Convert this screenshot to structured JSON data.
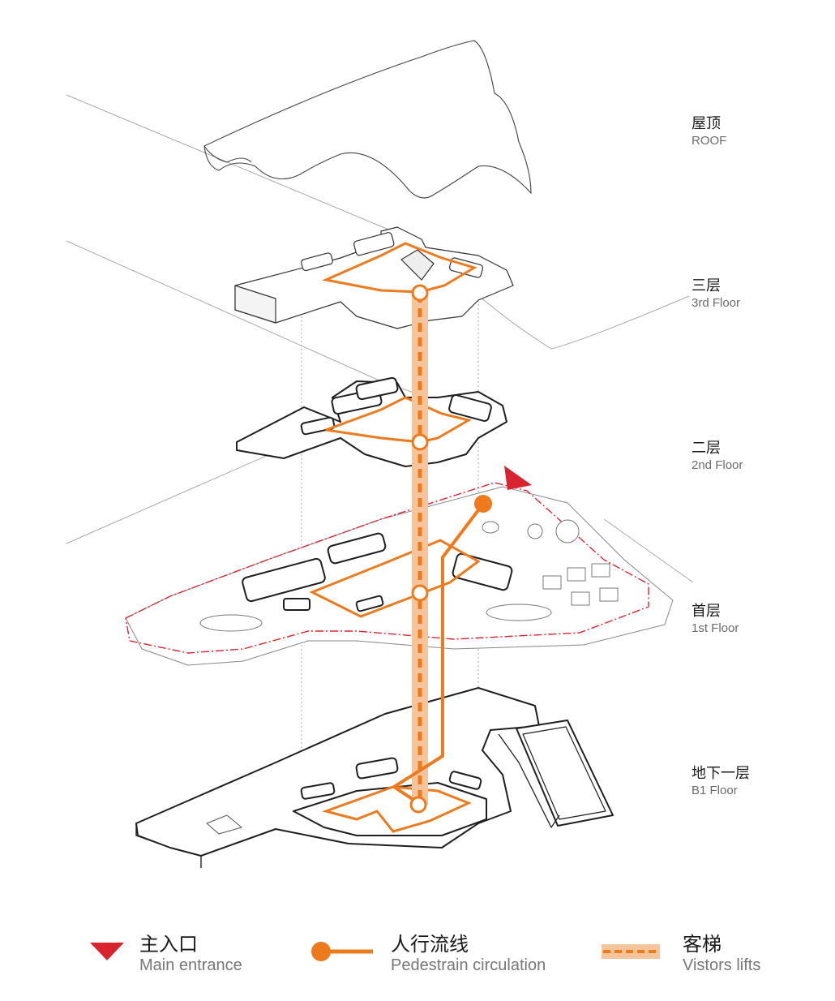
{
  "floors": [
    {
      "id": "roof",
      "zh": "屋顶",
      "en": "ROOF"
    },
    {
      "id": "third",
      "zh": "三层",
      "en": "3rd Floor"
    },
    {
      "id": "second",
      "zh": "二层",
      "en": "2nd Floor"
    },
    {
      "id": "first",
      "zh": "首层",
      "en": "1st Floor"
    },
    {
      "id": "b1",
      "zh": "地下一层",
      "en": "B1 Floor"
    }
  ],
  "legend": [
    {
      "id": "main-entrance",
      "zh": "主入口",
      "en": "Main entrance",
      "symbol": "red-triangle-icon"
    },
    {
      "id": "pedestrian",
      "zh": "人行流线",
      "en": "Pedestrain circulation",
      "symbol": "orange-dot-line-icon"
    },
    {
      "id": "lifts",
      "zh": "客梯",
      "en": "Vistors lifts",
      "symbol": "dashed-band-icon"
    }
  ],
  "colors": {
    "circulation": "#ee7a1e",
    "lift_band": "#f6c49a",
    "entrance": "#d9242f",
    "outline": "#1f1f1f",
    "guide": "#9a9a9a"
  }
}
